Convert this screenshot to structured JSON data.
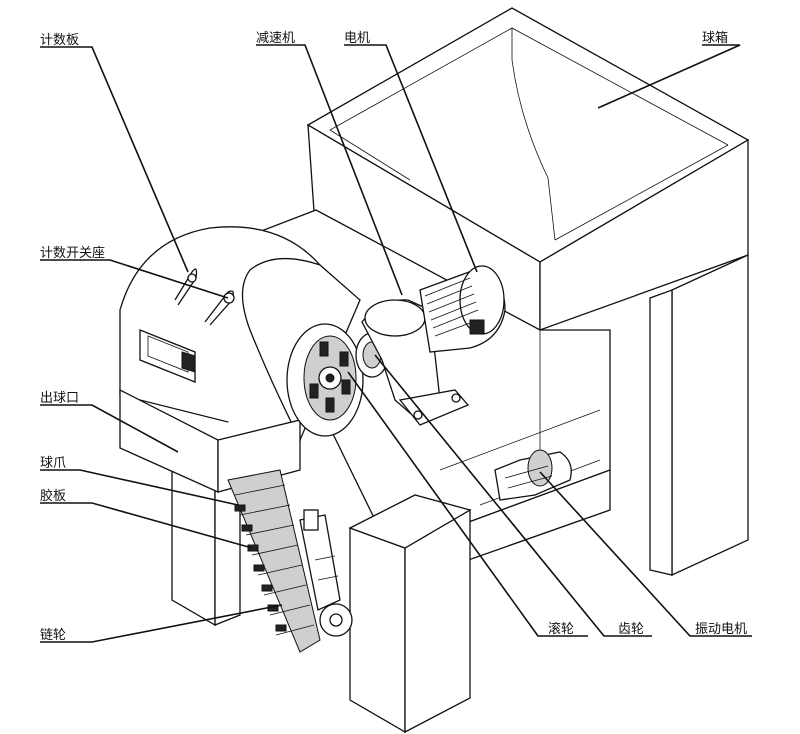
{
  "labels": {
    "counter_plate": "计数板",
    "counter_switch_seat": "计数开关座",
    "ball_outlet": "出球口",
    "ball_claw": "球爪",
    "rubber_plate": "胶板",
    "sprocket": "链轮",
    "reducer": "减速机",
    "motor": "电机",
    "ball_box": "球箱",
    "roller": "滚轮",
    "gear": "齿轮",
    "vibration_motor": "振动电机"
  },
  "colors": {
    "line": "#111111",
    "background": "#ffffff",
    "shade": "#cfcfcf",
    "dark": "#222222"
  }
}
